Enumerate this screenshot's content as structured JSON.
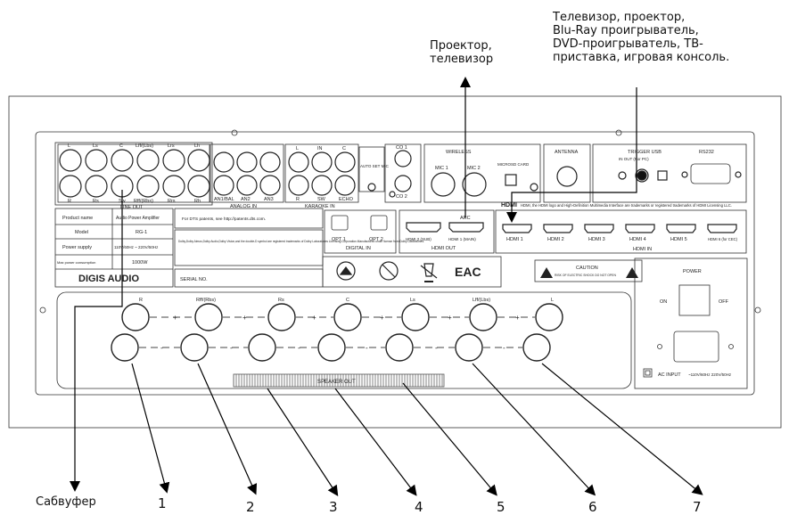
{
  "annotations": {
    "top_right": "Телевизор, проектор,\nBlu-Ray проигрыватель,\nDVD-проигрыватель, ТВ-\nприставка, игровая консоль.",
    "top_middle": "Проектор,\nтелевизор",
    "subwoofer": "Сабвуфер"
  },
  "numbers": [
    "1",
    "2",
    "3",
    "4",
    "5",
    "6",
    "7"
  ],
  "panel": {
    "line_out_top": [
      "L",
      "Ls",
      "C",
      "Lff/(Lbs)",
      "Lrs",
      "Lh"
    ],
    "line_out_bottom": [
      "R",
      "Rs",
      "Sw",
      "Rff/(Rbs)",
      "Rrs",
      "Rh"
    ],
    "line_out_title": "LINE OUT",
    "analog_in": [
      "AN1/BAL",
      "AN2",
      "AN3"
    ],
    "analog_in_title": "ANALOG IN",
    "karaoke_top": [
      "L",
      "IN",
      "C"
    ],
    "karaoke_bottom": [
      "R",
      "SW",
      "ECHO"
    ],
    "karaoke_title": "KARAOKE IN",
    "auto_set_mic": "AUTO SET MIC",
    "co": [
      "CO 1",
      "CO 2"
    ],
    "wireless": "WIRELESS",
    "mics": [
      "MIC 1",
      "MIC 2"
    ],
    "microsd": "MICROSD CARD",
    "antenna": "ANTENNA",
    "trigger_usb": "TRIGGER  USB",
    "trigger_sub": "IN  OUT  (For PC)",
    "rs232": "RS232",
    "hdmi_note": "HDMI, the HDMI logo and High-Definition Multimedia Interface are trademarks or registered trademarks of HDMI Licensing LLC.",
    "hdmi_logo": "HDMI",
    "arc": "ARC",
    "hdmi_out_ports": [
      "HDMI 2 (SUB)",
      "HDMI 1 (MAIN)"
    ],
    "hdmi_out_title": "HDMI OUT",
    "opt": [
      "OPT 1",
      "OPT 2"
    ],
    "digital_in": "DIGITAL IN",
    "hdmi_in_ports": [
      "HDMI 1",
      "HDMI 2",
      "HDMI 3",
      "HDMI 4",
      "HDMI 5",
      "HDMI 6 (for CEC)"
    ],
    "hdmi_in_title": "HDMI IN",
    "spec_labels": [
      "Product name",
      "Model",
      "Power supply",
      "Max power consumption"
    ],
    "spec_values": [
      "Audio Power Amplifier",
      "RG-1",
      "110V/60Hz ~ 220V/50Hz",
      "1000W"
    ],
    "brand": "DIGIS AUDIO",
    "dts_note": "For DTS patents, see http://patents.dts.com.",
    "dolby_note": "Dolby,Dolby Atmos,Dolby Audio,Dolby Vision,and the double-D symbol are registered trademarks of Dolby Laboratories Licensing Corporation.Manufactured under license from Dolby Laboratories.",
    "serial": "SERIAL NO.",
    "eac": "EAC",
    "caution_title": "CAUTION",
    "caution_text": "RISK OF ELECTRIC SHOCK DO NOT OPEN",
    "power": "POWER",
    "on": "ON",
    "off": "OFF",
    "ac_input": "AC INPUT",
    "ac_voltage": "~110V/60Hz 220V/50Hz",
    "speaker_labels": [
      "R",
      "Rff/(Rbs)",
      "Rs",
      "C",
      "Ls",
      "Lff/(Lbs)",
      "L"
    ],
    "speaker_out": "SPEAKER OUT",
    "plus": "+",
    "minus": "-"
  }
}
